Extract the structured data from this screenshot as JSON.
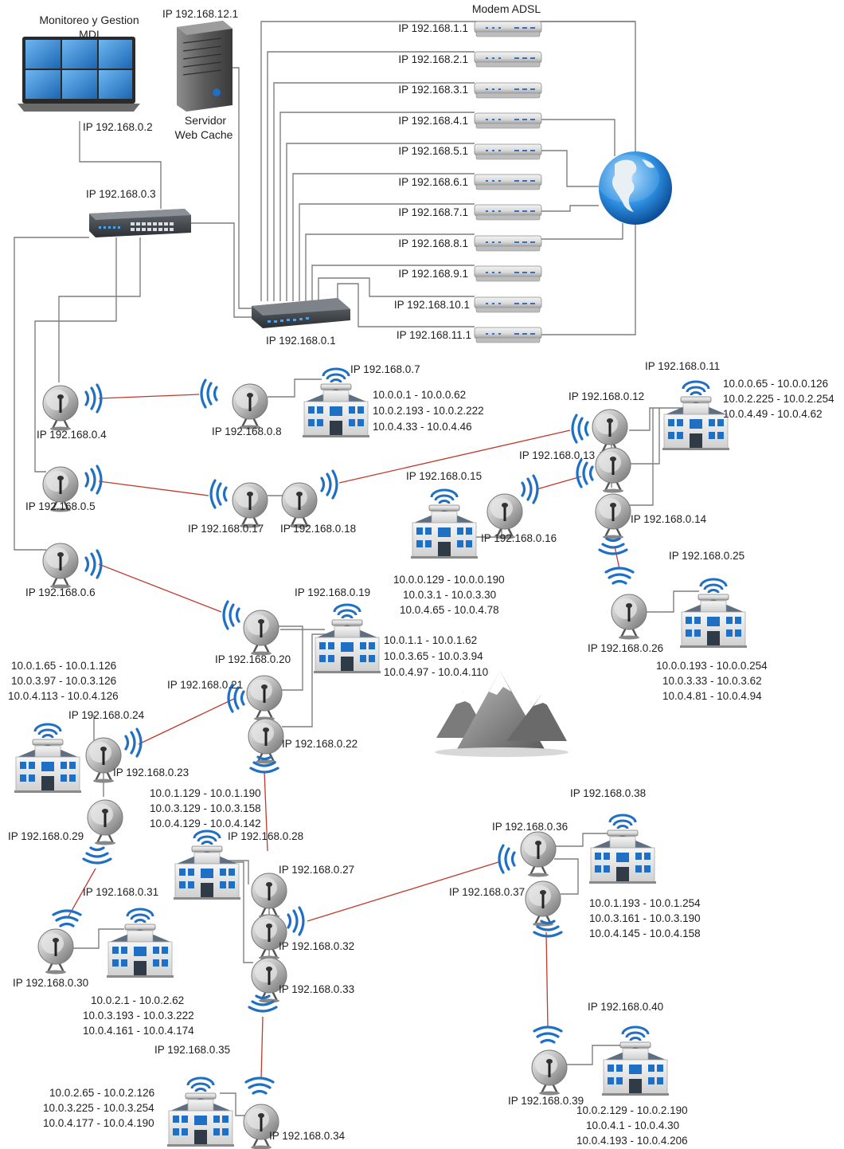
{
  "title": {
    "monitor": [
      "Monitoreo y Gestion",
      "MDI"
    ]
  },
  "pc": {
    "ip": "IP 192.168.0.2"
  },
  "server": {
    "ip": "IP 192.168.12.1",
    "name": [
      "Servidor",
      "Web Cache"
    ]
  },
  "switch": {
    "ip": "IP 192.168.0.3"
  },
  "router": {
    "ip": "IP 192.168.0.1"
  },
  "modems": {
    "title": "Modem ADSL",
    "items": [
      "IP 192.168.1.1",
      "IP 192.168.2.1",
      "IP 192.168.3.1",
      "IP 192.168.4.1",
      "IP 192.168.5.1",
      "IP 192.168.6.1",
      "IP 192.168.7.1",
      "IP 192.168.8.1",
      "IP 192.168.9.1",
      "IP 192.168.10.1",
      "IP 192.168.11.1"
    ]
  },
  "ips": {
    "a4": "IP 192.168.0.4",
    "a5": "IP 192.168.0.5",
    "a6": "IP 192.168.0.6",
    "a7": "IP 192.168.0.7",
    "a8": "IP 192.168.0.8",
    "a11": "IP 192.168.0.11",
    "a12": "IP 192.168.0.12",
    "a13": "IP 192.168.0.13",
    "a14": "IP 192.168.0.14",
    "a15": "IP 192.168.0.15",
    "a16": "IP 192.168.0.16",
    "a17": "IP 192.168.0.17",
    "a18": "IP 192.168.0.18",
    "a19": "IP 192.168.0.19",
    "a20": "IP 192.168.0.20",
    "a21": "IP 192.168.0.21",
    "a22": "IP 192.168.0.22",
    "a23": "IP 192.168.0.23",
    "a24": "IP 192.168.0.24",
    "a25": "IP 192.168.0.25",
    "a26": "IP 192.168.0.26",
    "a27": "IP 192.168.0.27",
    "a28": "IP 192.168.0.28",
    "a29": "IP 192.168.0.29",
    "a30": "IP 192.168.0.30",
    "a31": "IP 192.168.0.31",
    "a32": "IP 192.168.0.32",
    "a33": "IP 192.168.0.33",
    "a34": "IP 192.168.0.34",
    "a35": "IP 192.168.0.35",
    "a36": "IP 192.168.0.36",
    "a37": "IP 192.168.0.37",
    "a38": "IP 192.168.0.38",
    "a39": "IP 192.168.0.39",
    "a40": "IP 192.168.0.40"
  },
  "ranges": {
    "s7": [
      "10.0.0.1 - 10.0.0.62",
      "10.0.2.193 - 10.0.2.222",
      "10.0.4.33 - 10.0.4.46"
    ],
    "s11": [
      "10.0.0.65 - 10.0.0.126",
      "10.0.2.225 - 10.0.2.254",
      "10.0.4.49 - 10.0.4.62"
    ],
    "s15": [
      "10.0.0.129 - 10.0.0.190",
      "10.0.3.1 - 10.0.3.30",
      "10.0.4.65 - 10.0.4.78"
    ],
    "s25": [
      "10.0.0.193 - 10.0.0.254",
      "10.0.3.33 - 10.0.3.62",
      "10.0.4.81 - 10.0.4.94"
    ],
    "s19": [
      "10.0.1.1 - 10.0.1.62",
      "10.0.3.65 - 10.0.3.94",
      "10.0.4.97 - 10.0.4.110"
    ],
    "s24": [
      "10.0.1.65 - 10.0.1.126",
      "10.0.3.97 - 10.0.3.126",
      "10.0.4.113 - 10.0.4.126"
    ],
    "s28": [
      "10.0.1.129 - 10.0.1.190",
      "10.0.3.129 - 10.0.3.158",
      "10.0.4.129 - 10.0.4.142"
    ],
    "s38": [
      "10.0.1.193 - 10.0.1.254",
      "10.0.3.161 - 10.0.3.190",
      "10.0.4.145 - 10.0.4.158"
    ],
    "s31": [
      "10.0.2.1 - 10.0.2.62",
      "10.0.3.193 - 10.0.3.222",
      "10.0.4.161 - 10.0.4.174"
    ],
    "s35": [
      "10.0.2.65 - 10.0.2.126",
      "10.0.3.225 - 10.0.3.254",
      "10.0.4.177 - 10.0.4.190"
    ],
    "s40": [
      "10.0.2.129 - 10.0.2.190",
      "10.0.4.1 - 10.0.4.30",
      "10.0.4.193 - 10.0.4.206"
    ]
  }
}
